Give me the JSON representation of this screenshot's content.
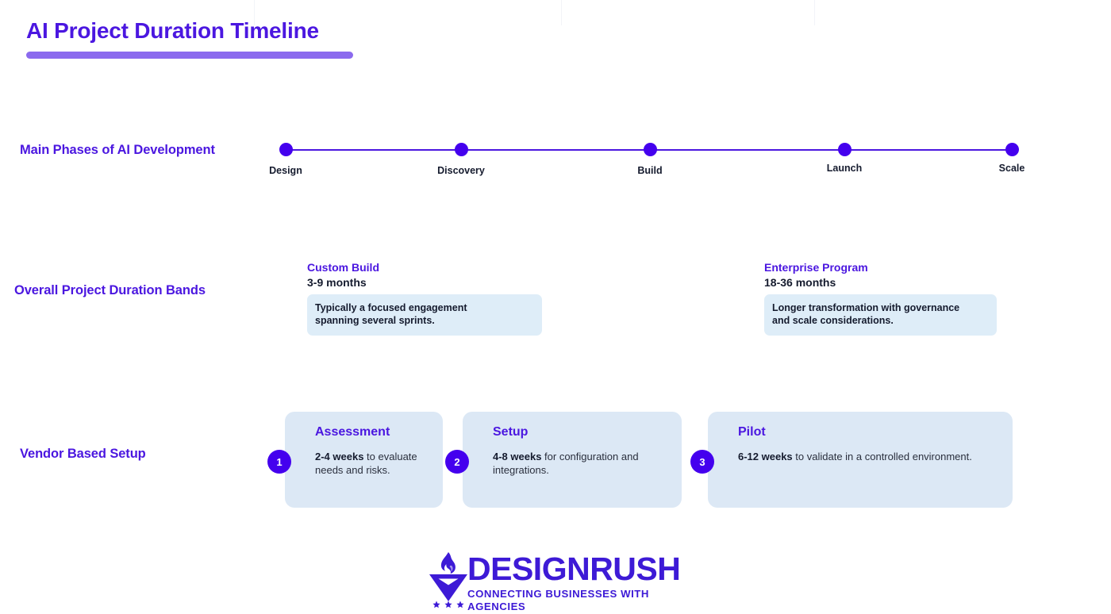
{
  "theme": {
    "accent_purple": "#4b17e0",
    "dot_purple": "#4400ee",
    "underline_purple": "#8b6aee",
    "card_blue": "#dce8f5",
    "desc_blue": "#deedf8",
    "dark_text": "#151b2e"
  },
  "header": {
    "title": "AI Project Duration Timeline"
  },
  "rows": {
    "phases": {
      "label": "Main Phases of AI Development",
      "nodes": [
        {
          "label": "Design"
        },
        {
          "label": "Discovery"
        },
        {
          "label": "Build"
        },
        {
          "label": "Launch"
        },
        {
          "label": "Scale"
        }
      ]
    },
    "bands": {
      "label": "Overall Project Duration Bands",
      "items": [
        {
          "name": "Custom Build",
          "duration": "3-9 months",
          "description_line1": "Typically a focused engagement",
          "description_line2": "spanning several sprints."
        },
        {
          "name": "Enterprise Program",
          "duration": "18-36 months",
          "description_line1": "Longer transformation with governance",
          "description_line2": "and scale considerations."
        }
      ]
    },
    "vendor": {
      "label": "Vendor Based Setup",
      "cards": [
        {
          "number": "1",
          "title": "Assessment",
          "duration": "2-4 weeks",
          "rest": " to evaluate needs and risks."
        },
        {
          "number": "2",
          "title": "Setup",
          "duration": "4-8 weeks",
          "rest": " for configuration and integrations."
        },
        {
          "number": "3",
          "title": "Pilot",
          "duration": "6-12 weeks",
          "rest": " to validate in a controlled environment."
        }
      ]
    }
  },
  "footer": {
    "logo_word": "DESIGNRUSH",
    "logo_tagline": "CONNECTING BUSINESSES WITH AGENCIES"
  }
}
